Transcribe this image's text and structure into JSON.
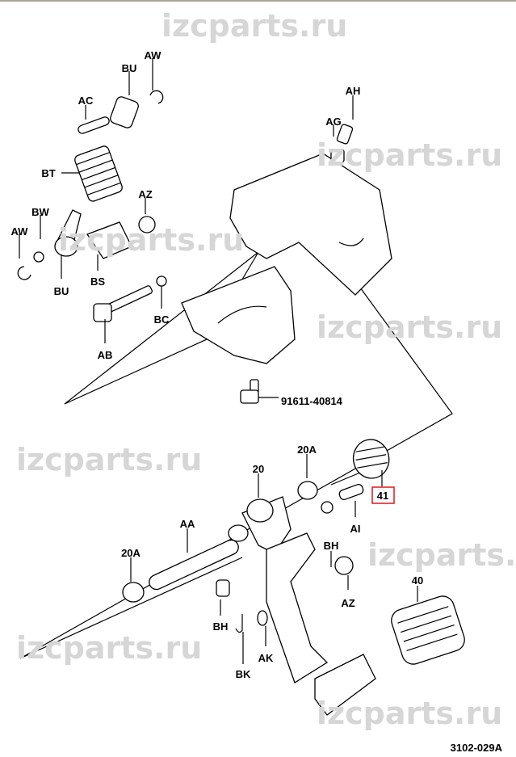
{
  "watermark": "izcparts.ru",
  "labels": {
    "aw_top": "AW",
    "bu_top": "BU",
    "ac": "AC",
    "ah": "AH",
    "ag": "AG",
    "bt": "BT",
    "az_top": "AZ",
    "bw": "BW",
    "aw_left": "AW",
    "bu_bottom": "BU",
    "bs": "BS",
    "bc": "BC",
    "ab": "AB",
    "bolt_part": "91611-40814",
    "a20a_top": "20A",
    "p20": "20",
    "p41": "41",
    "aa": "AA",
    "ai": "AI",
    "a20a_left": "20A",
    "bh_right": "BH",
    "az_bottom": "AZ",
    "p40": "40",
    "bh_left": "BH",
    "ak": "AK",
    "bk": "BK"
  },
  "diagram_code": "3102-029A",
  "highlight_color": "#e0161b"
}
